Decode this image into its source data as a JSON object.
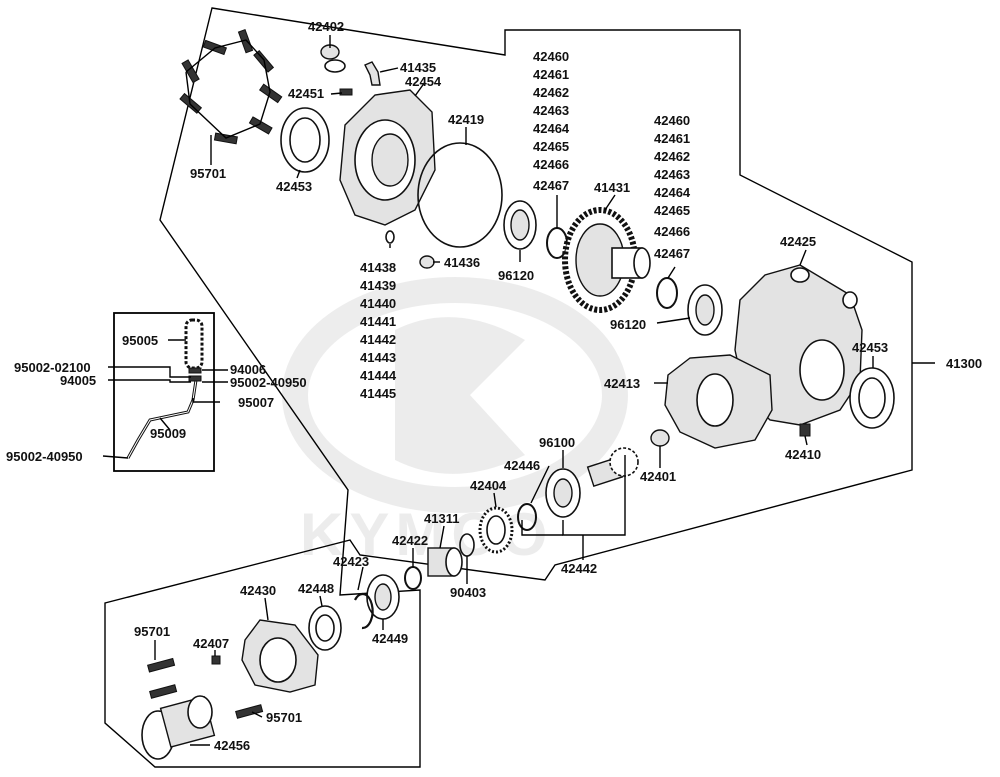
{
  "watermark": "KYMCO",
  "labels": [
    {
      "id": "l42402",
      "text": "42402"
    },
    {
      "id": "l41435",
      "text": "41435"
    },
    {
      "id": "l42454",
      "text": "42454"
    },
    {
      "id": "l42451",
      "text": "42451"
    },
    {
      "id": "l95701a",
      "text": "95701"
    },
    {
      "id": "l42453a",
      "text": "42453"
    },
    {
      "id": "l42419",
      "text": "42419"
    },
    {
      "id": "l41438",
      "text": "41438"
    },
    {
      "id": "l41439",
      "text": "41439"
    },
    {
      "id": "l41440",
      "text": "41440"
    },
    {
      "id": "l41441",
      "text": "41441"
    },
    {
      "id": "l41442",
      "text": "41442"
    },
    {
      "id": "l41443",
      "text": "41443"
    },
    {
      "id": "l41444",
      "text": "41444"
    },
    {
      "id": "l41445",
      "text": "41445"
    },
    {
      "id": "l41436",
      "text": "41436"
    },
    {
      "id": "c1_42460",
      "text": "42460"
    },
    {
      "id": "c1_42461",
      "text": "42461"
    },
    {
      "id": "c1_42462",
      "text": "42462"
    },
    {
      "id": "c1_42463",
      "text": "42463"
    },
    {
      "id": "c1_42464",
      "text": "42464"
    },
    {
      "id": "c1_42465",
      "text": "42465"
    },
    {
      "id": "c1_42466",
      "text": "42466"
    },
    {
      "id": "c1_42467",
      "text": "42467"
    },
    {
      "id": "c2_42460",
      "text": "42460"
    },
    {
      "id": "c2_42461",
      "text": "42461"
    },
    {
      "id": "c2_42462",
      "text": "42462"
    },
    {
      "id": "c2_42463",
      "text": "42463"
    },
    {
      "id": "c2_42464",
      "text": "42464"
    },
    {
      "id": "c2_42465",
      "text": "42465"
    },
    {
      "id": "c2_42466",
      "text": "42466"
    },
    {
      "id": "c2_42467",
      "text": "42467"
    },
    {
      "id": "l41431",
      "text": "41431"
    },
    {
      "id": "l96120a",
      "text": "96120"
    },
    {
      "id": "l96120b",
      "text": "96120"
    },
    {
      "id": "l42425",
      "text": "42425"
    },
    {
      "id": "l42453b",
      "text": "42453"
    },
    {
      "id": "l41300",
      "text": "41300"
    },
    {
      "id": "l42413",
      "text": "42413"
    },
    {
      "id": "l42410",
      "text": "42410"
    },
    {
      "id": "l96100",
      "text": "96100"
    },
    {
      "id": "l42446",
      "text": "42446"
    },
    {
      "id": "l42401",
      "text": "42401"
    },
    {
      "id": "l42404",
      "text": "42404"
    },
    {
      "id": "l41311",
      "text": "41311"
    },
    {
      "id": "l42422",
      "text": "42422"
    },
    {
      "id": "l42423",
      "text": "42423"
    },
    {
      "id": "l90403",
      "text": "90403"
    },
    {
      "id": "l42442",
      "text": "42442"
    },
    {
      "id": "l42430",
      "text": "42430"
    },
    {
      "id": "l42448",
      "text": "42448"
    },
    {
      "id": "l42449",
      "text": "42449"
    },
    {
      "id": "l95701b",
      "text": "95701"
    },
    {
      "id": "l42407",
      "text": "42407"
    },
    {
      "id": "l95701c",
      "text": "95701"
    },
    {
      "id": "l42456",
      "text": "42456"
    },
    {
      "id": "l95005",
      "text": "95005"
    },
    {
      "id": "l95002_02100",
      "text": "95002-02100"
    },
    {
      "id": "l94006",
      "text": "94006"
    },
    {
      "id": "l94005",
      "text": "94005"
    },
    {
      "id": "l95002_40950a",
      "text": "95002-40950"
    },
    {
      "id": "l95007",
      "text": "95007"
    },
    {
      "id": "l95009",
      "text": "95009"
    },
    {
      "id": "l95002_40950b",
      "text": "95002-40950"
    }
  ]
}
